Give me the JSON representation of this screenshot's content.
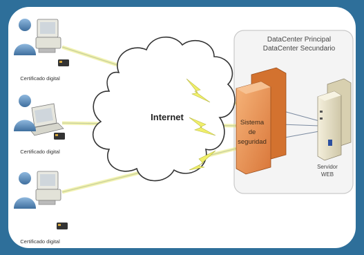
{
  "clients": [
    {
      "label": "Certificado digital"
    },
    {
      "label": "Certificado digital"
    },
    {
      "label": "Certificado digital"
    }
  ],
  "cloud": {
    "label": "Internet"
  },
  "datacenter": {
    "title_line1": "DataCenter Principal",
    "title_line2": "DataCenter Secundario"
  },
  "firewall": {
    "line1": "Sistema",
    "line2": "de",
    "line3": "seguridad"
  },
  "server": {
    "line1": "Servidor",
    "line2": "WEB"
  },
  "colors": {
    "background": "#2e6f9a",
    "panel": "#ffffff",
    "firewall": "#e89a5a",
    "bolt": "#e8e85a",
    "cloud_stroke": "#333333",
    "person": "#5a8fc0"
  }
}
